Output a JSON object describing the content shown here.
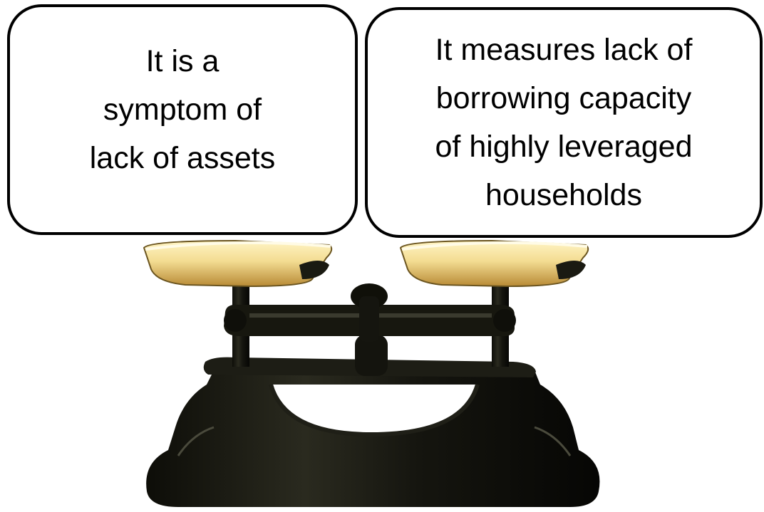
{
  "callouts": {
    "left": {
      "lines": [
        "It is a",
        "symptom of",
        "lack of assets"
      ]
    },
    "right": {
      "lines": [
        "It measures lack of",
        "borrowing capacity",
        "of highly leveraged",
        "households"
      ]
    }
  },
  "illustration": {
    "icon": "balance-scale-icon",
    "pan_color": "#f3dc92",
    "metal_color": "#15150f"
  }
}
